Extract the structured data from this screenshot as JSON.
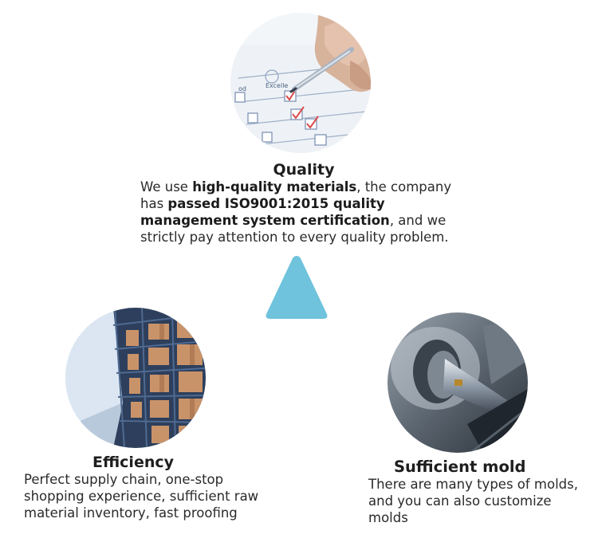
{
  "quality": {
    "title": "Quality",
    "text_1": "We use ",
    "text_2": "high-quality materials",
    "text_3": ", the company has ",
    "text_4": "passed ISO9001:2015 quality management system certification",
    "text_5": ", and we strictly pay attention to every quality problem."
  },
  "efficiency": {
    "title": "Efficiency",
    "text": "Perfect supply chain, one-stop shopping experience, sufficient raw material inventory, fast proofing"
  },
  "mold": {
    "title": "Sufficient mold",
    "text": "There are many types of molds, and you can also customize molds"
  },
  "form_labels": {
    "excellent": "Excelle",
    "good": "od"
  },
  "colors": {
    "triangle": "#6fc3dc",
    "heading": "#1e1e1e",
    "text": "#2a2a2a"
  }
}
